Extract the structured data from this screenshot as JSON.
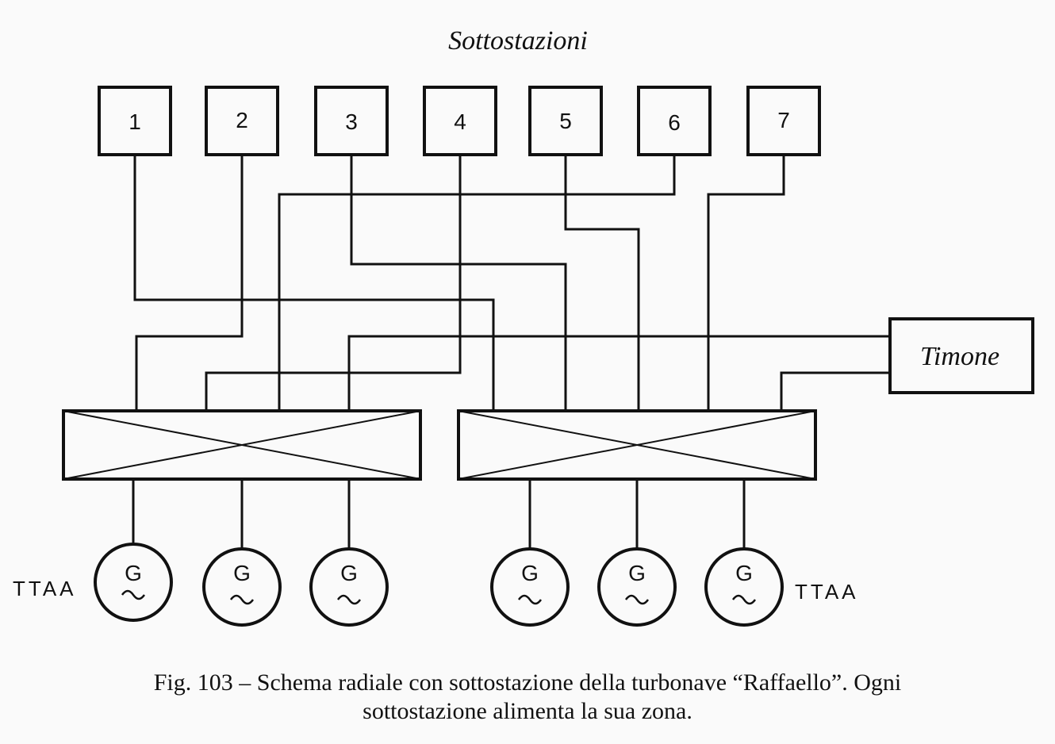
{
  "title": "Sottostazioni",
  "substations": [
    "1",
    "2",
    "3",
    "4",
    "5",
    "6",
    "7"
  ],
  "rudder_label": "Timone",
  "generator_letter": "G",
  "turbo_alternator_label": "TTAA",
  "caption": {
    "line1": "Fig. 103 – Schema radiale con sottostazione della turbonave “Raffaello”. Ogni",
    "line2": "sottostazione alimenta la sua zona."
  }
}
